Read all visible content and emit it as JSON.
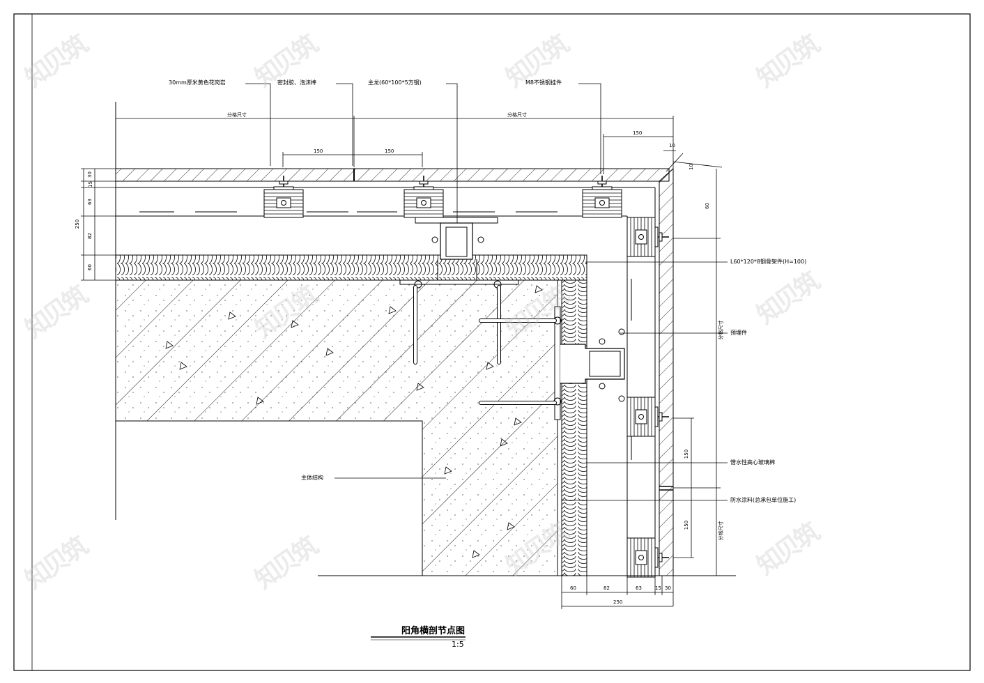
{
  "title": "阳角横剖节点图",
  "scale": "1:5",
  "watermark": "知贝筑",
  "labels": {
    "stone": "30mm厚米黄色花岗岩",
    "sealant": "密封胶、泡沫棒",
    "tube": "主龙(60*100*5方钢)",
    "bolt": "M8不锈钢挂件",
    "angle": "L60*120*8钢骨架件(H=100)",
    "embed": "预埋件",
    "insulation": "憎水性高心玻璃棉",
    "waterproof": "防水涂料(总承包单位施工)",
    "structure": "主体结构"
  },
  "dims": {
    "top_left_span": "分格尺寸",
    "top_right_span": "分格尺寸",
    "gap_left": "150",
    "gap_right": "150",
    "corner_150": "150",
    "corner_10a": "10",
    "corner_10b": "10",
    "v250": "250",
    "v30": "30",
    "v15": "15",
    "v63": "63",
    "v82": "82",
    "v60": "60",
    "right_60": "60",
    "right_span1": "分格尺寸",
    "right_span2": "分格尺寸",
    "right_150a": "150",
    "right_150b": "150",
    "b60": "60",
    "b82": "82",
    "b63": "63",
    "b15": "15",
    "b30": "30",
    "b250": "250"
  }
}
